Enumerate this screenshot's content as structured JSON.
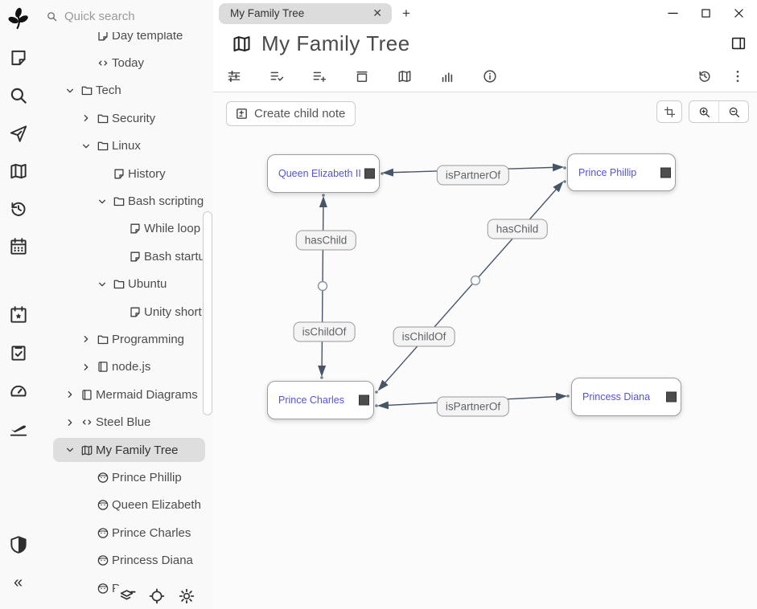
{
  "window": {
    "tab_title": "My Family Tree",
    "controls": [
      "minimize",
      "maximize",
      "close"
    ]
  },
  "launcher": {
    "logo": "trilium-logo",
    "group1": [
      "note",
      "search",
      "send",
      "map",
      "history",
      "calendar"
    ],
    "group2": [
      "calendar-star",
      "clipboard-check",
      "gauge",
      "plane"
    ],
    "bottom": [
      "shield-half",
      "collapse-left"
    ]
  },
  "sidebar": {
    "search_placeholder": "Quick search",
    "tree": [
      {
        "label": "Day template",
        "icon": "note",
        "chevron": "none",
        "level": 2,
        "selected": false
      },
      {
        "label": "Today",
        "icon": "code",
        "chevron": "none",
        "level": 2,
        "selected": false
      },
      {
        "label": "Tech",
        "icon": "folder",
        "chevron": "down",
        "level": 1,
        "selected": false
      },
      {
        "label": "Security",
        "icon": "folder",
        "chevron": "right",
        "level": 2,
        "selected": false
      },
      {
        "label": "Linux",
        "icon": "folder",
        "chevron": "down",
        "level": 2,
        "selected": false
      },
      {
        "label": "History",
        "icon": "note",
        "chevron": "none",
        "level": 3,
        "selected": false
      },
      {
        "label": "Bash scripting",
        "icon": "folder",
        "chevron": "down",
        "level": 3,
        "selected": false
      },
      {
        "label": "While loop",
        "icon": "note",
        "chevron": "none",
        "level": 4,
        "selected": false
      },
      {
        "label": "Bash startu",
        "icon": "note",
        "chevron": "none",
        "level": 4,
        "selected": false
      },
      {
        "label": "Ubuntu",
        "icon": "folder",
        "chevron": "down",
        "level": 3,
        "selected": false
      },
      {
        "label": "Unity short",
        "icon": "note",
        "chevron": "none",
        "level": 4,
        "selected": false
      },
      {
        "label": "Programming",
        "icon": "folder",
        "chevron": "right",
        "level": 2,
        "selected": false
      },
      {
        "label": "node.js",
        "icon": "book",
        "chevron": "right",
        "level": 2,
        "selected": false
      },
      {
        "label": "Mermaid Diagrams",
        "icon": "book",
        "chevron": "right",
        "level": 1,
        "selected": false
      },
      {
        "label": "Steel Blue",
        "icon": "code",
        "chevron": "right",
        "level": 1,
        "selected": false
      },
      {
        "label": "My Family Tree",
        "icon": "map",
        "chevron": "down",
        "level": 1,
        "selected": true
      },
      {
        "label": "Prince Phillip",
        "icon": "person",
        "chevron": "none",
        "level": 2,
        "selected": false
      },
      {
        "label": "Queen Elizabeth",
        "icon": "person",
        "chevron": "none",
        "level": 2,
        "selected": false
      },
      {
        "label": "Prince Charles",
        "icon": "person",
        "chevron": "none",
        "level": 2,
        "selected": false
      },
      {
        "label": "Princess Diana",
        "icon": "person",
        "chevron": "none",
        "level": 2,
        "selected": false
      },
      {
        "label": "P",
        "icon": "person",
        "chevron": "none",
        "level": 2,
        "selected": false
      }
    ],
    "bottom_icons": [
      "layers-minus",
      "target",
      "gear"
    ]
  },
  "main": {
    "title": "My Family Tree",
    "ribbon_icons": [
      "sliders",
      "list-check",
      "list-plus",
      "archive",
      "map",
      "bar-chart",
      "info-circle"
    ],
    "ribbon_right_icons": [
      "history",
      "dots-vertical"
    ],
    "create_child_note_label": "Create child note",
    "map": {
      "nodes": [
        {
          "label": "Queen Elizabeth II"
        },
        {
          "label": "Prince Phillip"
        },
        {
          "label": "Prince Charles"
        },
        {
          "label": "Princess Diana"
        }
      ],
      "edge_labels": [
        "isPartnerOf",
        "hasChild",
        "hasChild",
        "isChildOf",
        "isChildOf",
        "isPartnerOf"
      ]
    }
  },
  "colors": {
    "node_text": "#5252e2",
    "edge": "#475569",
    "label_text": "#5f6368",
    "tab_bg": "#dcdcdc",
    "selection_bg": "#dedede"
  }
}
